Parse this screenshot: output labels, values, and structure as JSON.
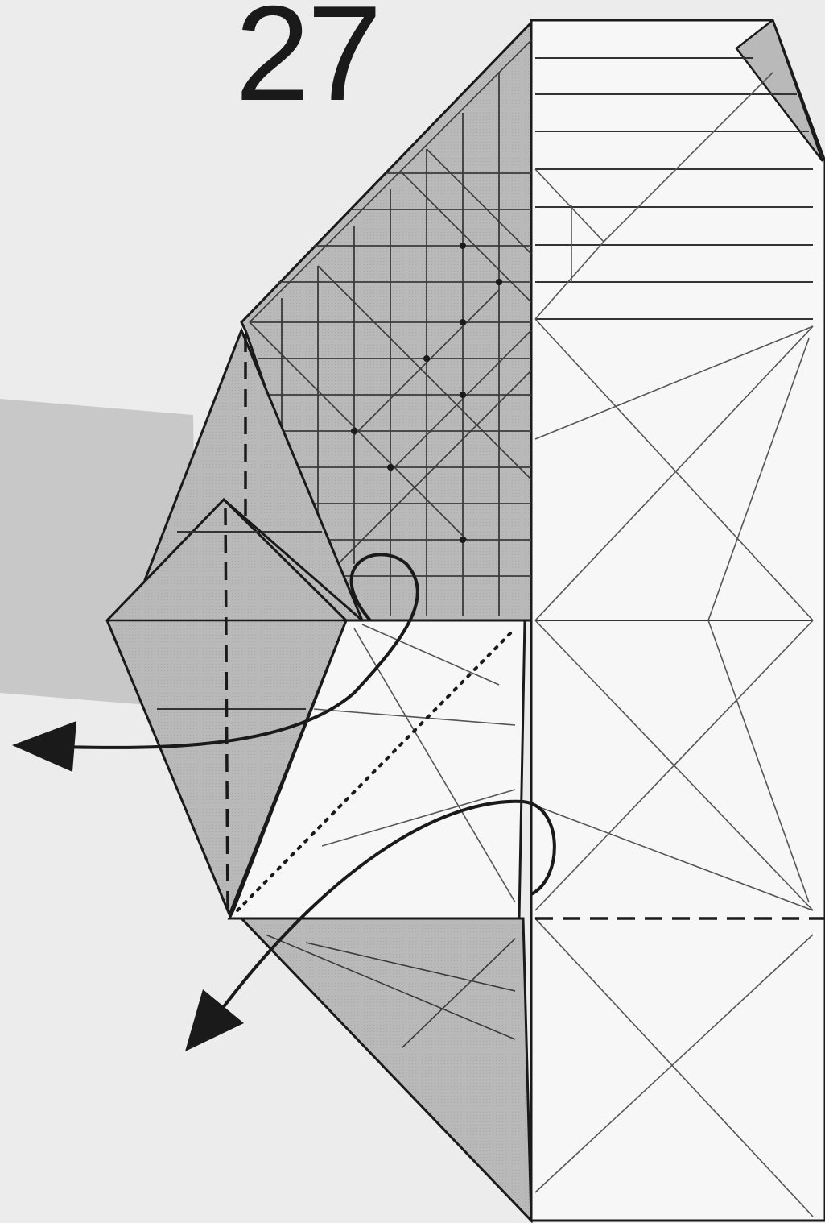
{
  "diagram": {
    "type": "origami-fold-step",
    "step_number": "27",
    "colors": {
      "background": "#ececec",
      "paper_white": "#f7f7f7",
      "paper_colored": "#b9b9b9",
      "paper_colored_dark": "#a9a9a9",
      "backdrop_blur": "#c4c4c4",
      "line": "#1a1a1a",
      "crease": "#444444"
    },
    "symbols": [
      "valley-fold-dashed",
      "mountain-fold-dotted",
      "unfold-arrow",
      "swivel-loop-arrow"
    ]
  }
}
